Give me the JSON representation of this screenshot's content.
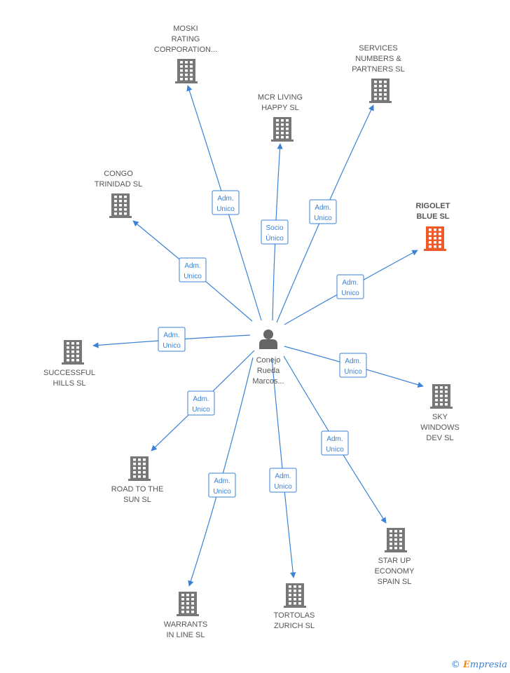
{
  "colors": {
    "edge": "#3b82d6",
    "company": "#777777",
    "highlight_company": "#f05a28",
    "person": "#666666",
    "label": "#555555"
  },
  "center": {
    "name_lines": [
      "Conejo",
      "Rueda",
      "Marcos..."
    ],
    "icon": "person-icon"
  },
  "nodes": [
    {
      "id": "moski",
      "lines": [
        "MOSKI",
        "RATING",
        "CORPORATION..."
      ],
      "highlight": false,
      "edge": [
        "Adm.",
        "Unico"
      ]
    },
    {
      "id": "mcr",
      "lines": [
        "MCR LIVING",
        "HAPPY SL"
      ],
      "highlight": false,
      "edge": [
        "Socio",
        "Único"
      ]
    },
    {
      "id": "services",
      "lines": [
        "SERVICES",
        "NUMBERS &",
        "PARTNERS SL"
      ],
      "highlight": false,
      "edge": [
        "Adm.",
        "Unico"
      ]
    },
    {
      "id": "congo",
      "lines": [
        "CONGO",
        "TRINIDAD SL"
      ],
      "highlight": false,
      "edge": [
        "Adm.",
        "Unico"
      ]
    },
    {
      "id": "rigolet",
      "lines": [
        "RIGOLET",
        "BLUE SL"
      ],
      "highlight": true,
      "edge": [
        "Adm.",
        "Unico"
      ]
    },
    {
      "id": "successful",
      "lines": [
        "SUCCESSFUL",
        "HILLS SL"
      ],
      "highlight": false,
      "edge": [
        "Adm.",
        "Unico"
      ]
    },
    {
      "id": "sky",
      "lines": [
        "SKY",
        "WINDOWS",
        "DEV SL"
      ],
      "highlight": false,
      "edge": [
        "Adm.",
        "Unico"
      ]
    },
    {
      "id": "road",
      "lines": [
        "ROAD TO THE",
        "SUN SL"
      ],
      "highlight": false,
      "edge": [
        "Adm.",
        "Unico"
      ]
    },
    {
      "id": "starup",
      "lines": [
        "STAR UP",
        "ECONOMY",
        "SPAIN SL"
      ],
      "highlight": false,
      "edge": [
        "Adm.",
        "Unico"
      ]
    },
    {
      "id": "warrants",
      "lines": [
        "WARRANTS",
        "IN LINE SL"
      ],
      "highlight": false,
      "edge": [
        "Adm.",
        "Unico"
      ]
    },
    {
      "id": "tortolas",
      "lines": [
        "TORTOLAS",
        "ZURICH SL"
      ],
      "highlight": false,
      "edge": [
        "Adm.",
        "Unico"
      ]
    }
  ],
  "footer": {
    "copyright": "©",
    "brand_initial": "E",
    "brand_rest": "mpresia"
  }
}
